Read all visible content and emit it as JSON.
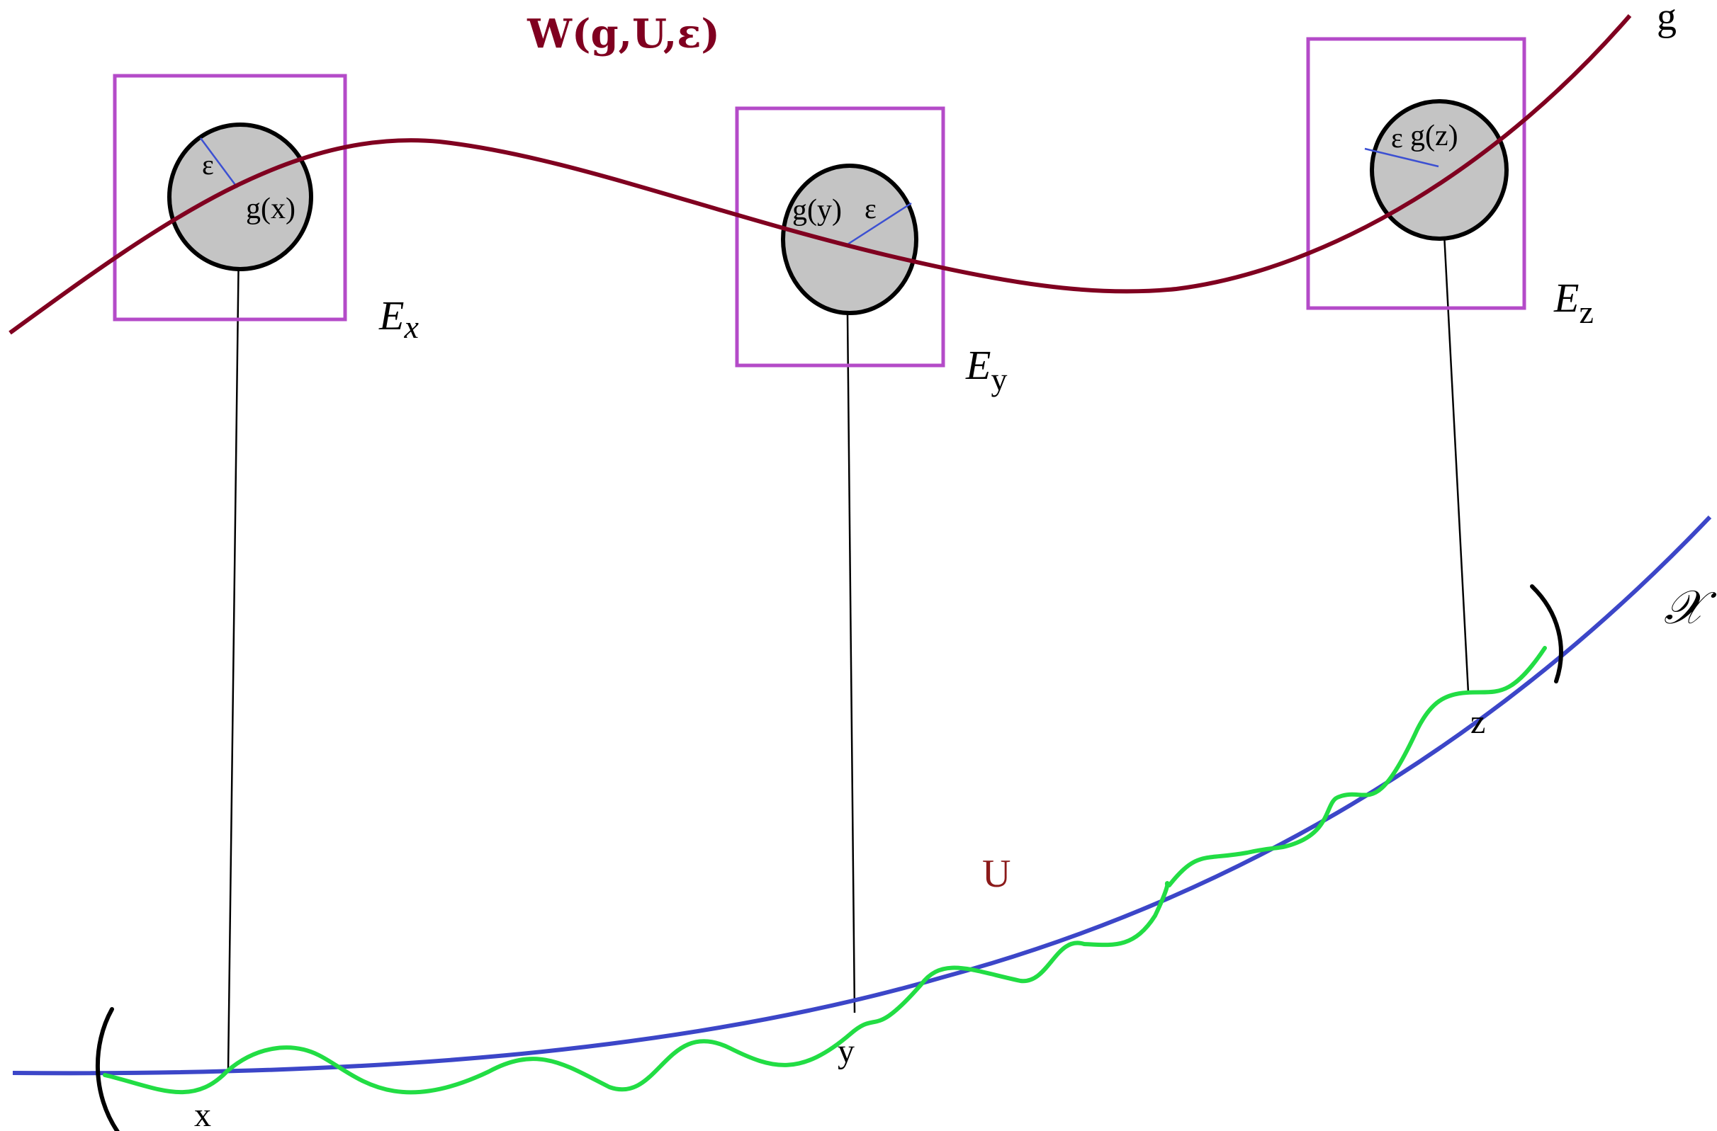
{
  "title": "W(g,U,ε)",
  "labels": {
    "curve_g": "g",
    "space_X": "𝒳",
    "set_U": "U",
    "point_x": "x",
    "point_y": "y",
    "point_z": "z",
    "gx": "g(x)",
    "gy": "g(y)",
    "gz": "g(z)",
    "eps": "ε",
    "E_letter": "E",
    "Ex_sub": "x",
    "Ey_sub": "y",
    "Ez_sub": "z"
  },
  "colors": {
    "curve_g": "#800020",
    "title": "#800020",
    "set_U_label": "#8b1a1a",
    "axis_X": "#3c46c8",
    "wave": "#22dd44",
    "box": "#b44bc8",
    "ball_fill": "#c4c4c4",
    "ball_stroke": "#000000",
    "radius": "#3c50d2",
    "projection": "#000000",
    "bracket": "#000000"
  }
}
